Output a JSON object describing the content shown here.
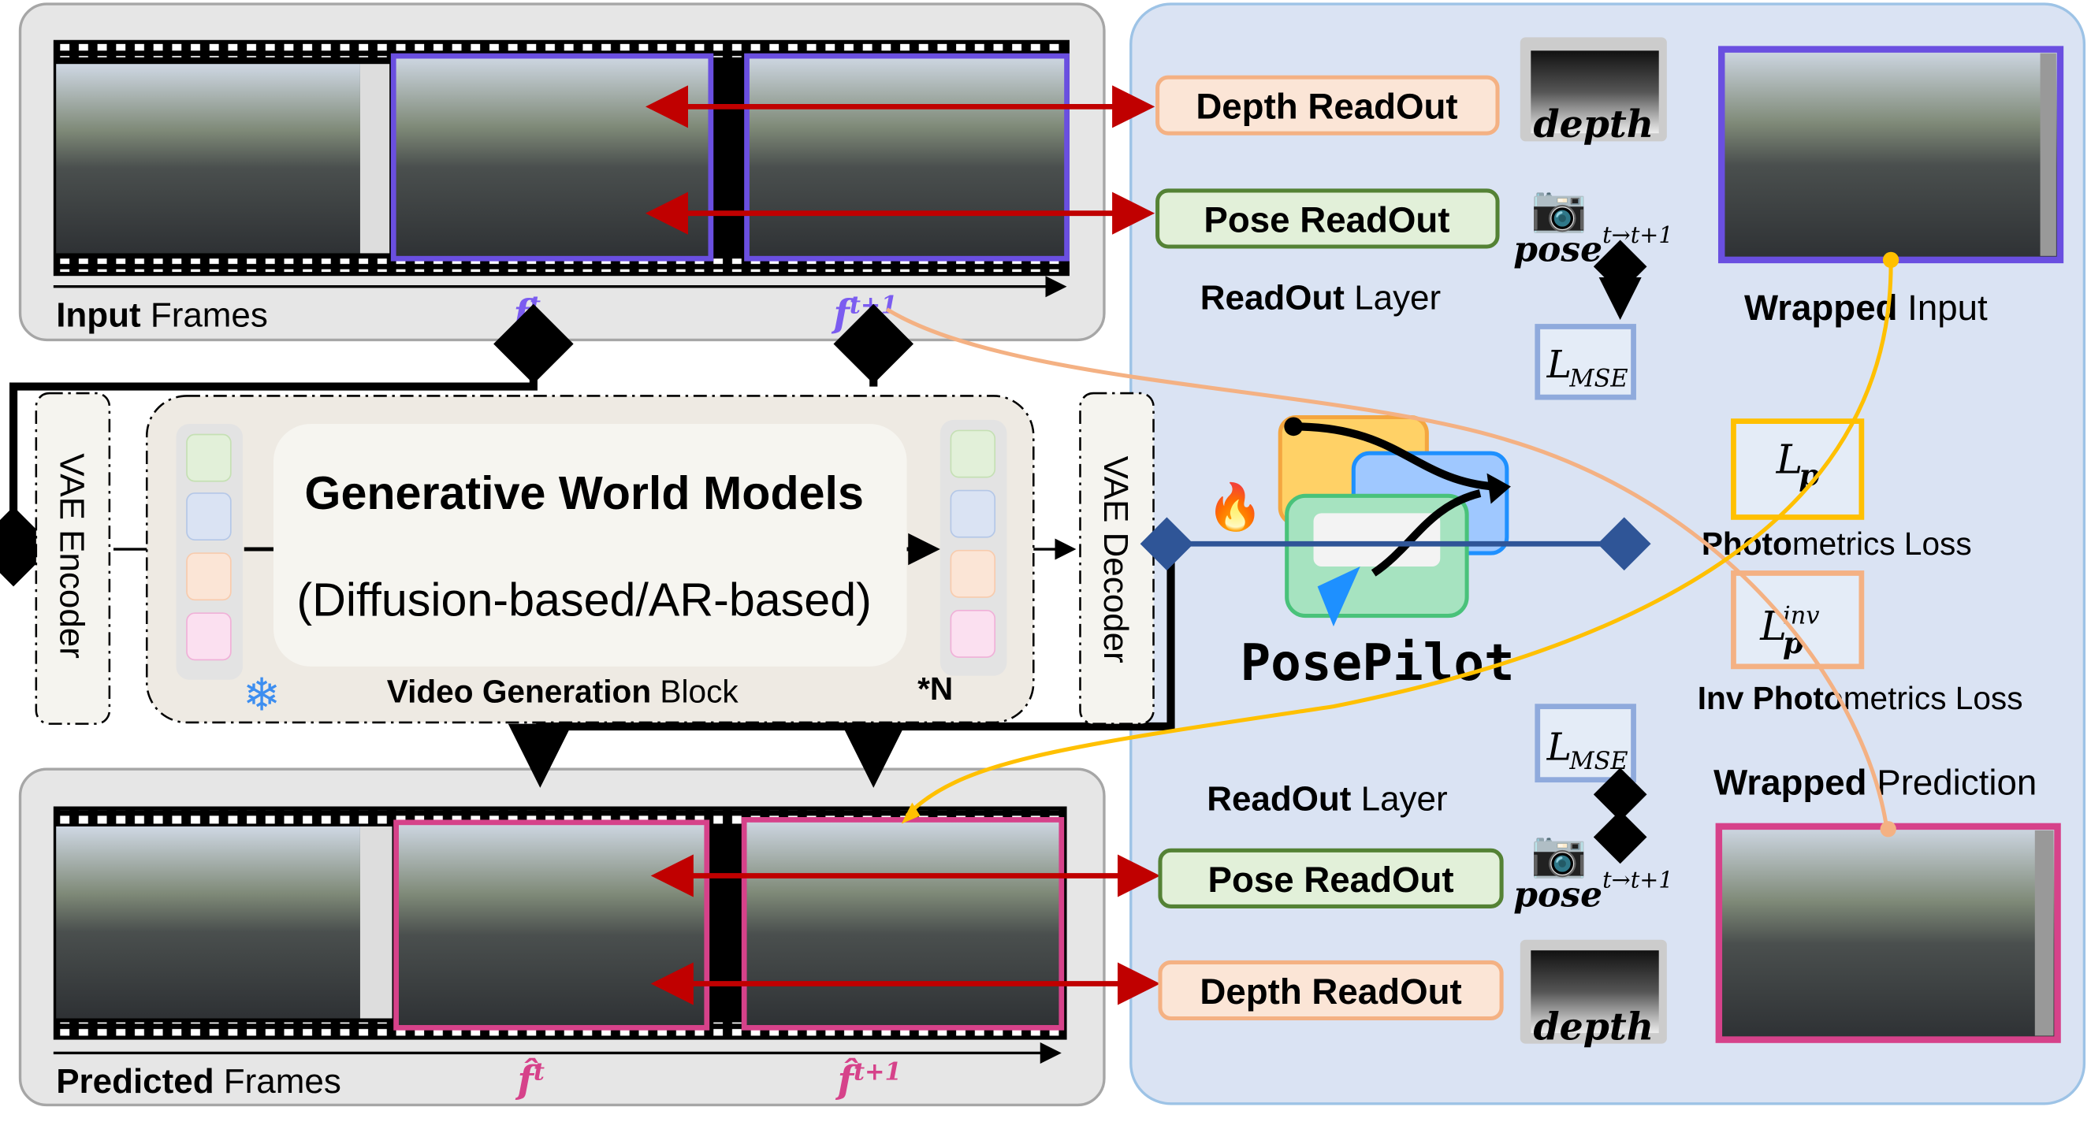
{
  "input_panel": {
    "label_bold": "Input",
    "label_rest": " Frames",
    "frame_t_label": {
      "base": "f",
      "sup": "t"
    },
    "frame_t1_label": {
      "base": "f",
      "sup": "t+1"
    }
  },
  "predicted_panel": {
    "label_bold": "Predicted",
    "label_rest": " Frames",
    "frame_t_label": {
      "base": "f̂",
      "sup": "t"
    },
    "frame_t1_label": {
      "base": "f̂",
      "sup": "t+1"
    }
  },
  "vae_encoder": "VAE Encoder",
  "vae_decoder": "VAE Decoder",
  "generation_block": {
    "title": "Generative World Models",
    "subtitle": "(Diffusion-based/AR-based)",
    "label_bold": "Video Generation",
    "label_rest": " Block",
    "repeat": "*N",
    "frozen_icon": "snowflake-icon"
  },
  "posepilot": {
    "name": "PosePilot",
    "trainable_icon": "fire-icon",
    "logo_icon": "cars-trajectory-icon"
  },
  "readout_top": {
    "depth_readout": "Depth ReadOut",
    "pose_readout": "Pose ReadOut",
    "layer_bold": "ReadOut",
    "layer_rest": " Layer",
    "depth_label": "depth",
    "pose_label": {
      "base": "pose",
      "sup": "t→t+1"
    },
    "mse": {
      "base": "L",
      "sub": "MSE"
    },
    "wrapped_bold": "Wrapped",
    "wrapped_rest": " Input"
  },
  "readout_bottom": {
    "depth_readout": "Depth ReadOut",
    "pose_readout": "Pose ReadOut",
    "layer_bold": "ReadOut",
    "layer_rest": " Layer",
    "depth_label": "depth",
    "pose_label": {
      "base": "pose",
      "sup": "t→t+1"
    },
    "mse": {
      "base": "L",
      "sub": "MSE"
    },
    "wrapped_bold": "Wrapped",
    "wrapped_rest": " Prediction"
  },
  "losses": {
    "photometric": {
      "base": "L",
      "sub": "p",
      "label_bold": "Photo",
      "label_rest": "metrics Loss"
    },
    "inv_photometric": {
      "base": "L",
      "sub": "p",
      "sup": "inv",
      "label_bold": "Inv Photo",
      "label_rest": "metrics Loss"
    }
  },
  "colors": {
    "input_frame": "#6a4fe0",
    "predicted_frame": "#d6428a",
    "readout_arrow": "#c00000",
    "photometric": "#ffc000",
    "inv_photometric": "#f4b183",
    "panel_blue": "#dae3f3",
    "pose_link": "#2f5597"
  }
}
